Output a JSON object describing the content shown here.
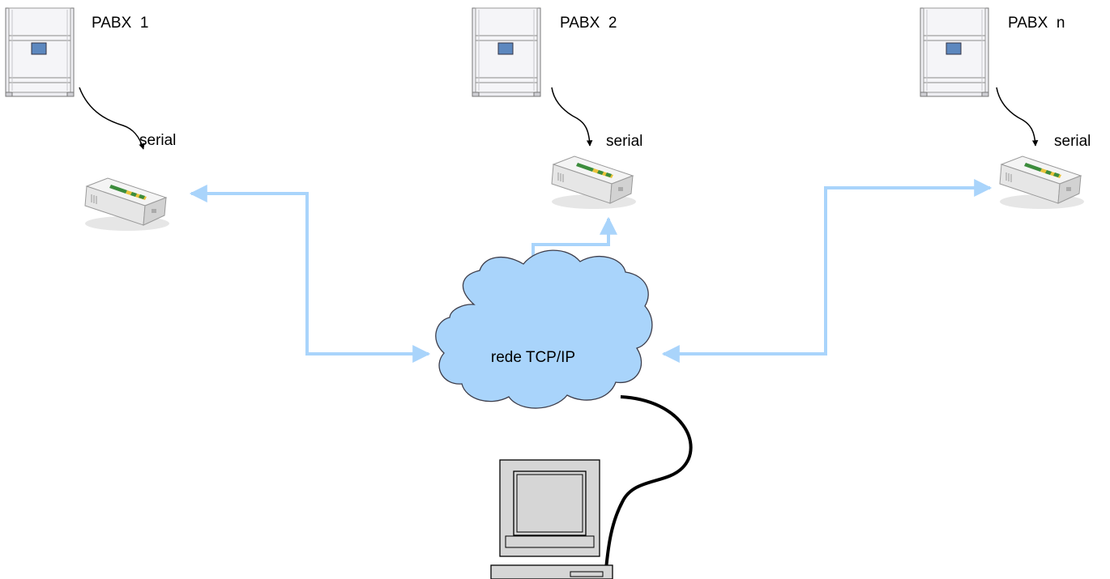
{
  "diagram": {
    "nodes": {
      "pabx1": {
        "label": "PABX  1",
        "icon": "pabx-server-icon"
      },
      "pabx2": {
        "label": "PABX  2",
        "icon": "pabx-server-icon"
      },
      "pabxn": {
        "label": "PABX  n",
        "icon": "pabx-server-icon"
      },
      "adapter1": {
        "icon": "serial-ip-adapter-icon"
      },
      "adapter2": {
        "icon": "serial-ip-adapter-icon"
      },
      "adapter3": {
        "icon": "serial-ip-adapter-icon"
      },
      "network": {
        "label": "rede TCP/IP",
        "icon": "cloud-icon"
      },
      "computer": {
        "icon": "computer-icon"
      }
    },
    "links": {
      "serial1": {
        "label": "serial"
      },
      "serial2": {
        "label": "serial"
      },
      "serial3": {
        "label": "serial"
      }
    },
    "colors": {
      "cloud_fill": "#a9d4fb",
      "network_link": "#a9d4fb",
      "serial_link": "#000000",
      "adapter_accent_green": "#3c8c3c",
      "adapter_accent_yellow": "#e8c23a",
      "pabx_accent": "#5d88bf"
    }
  }
}
